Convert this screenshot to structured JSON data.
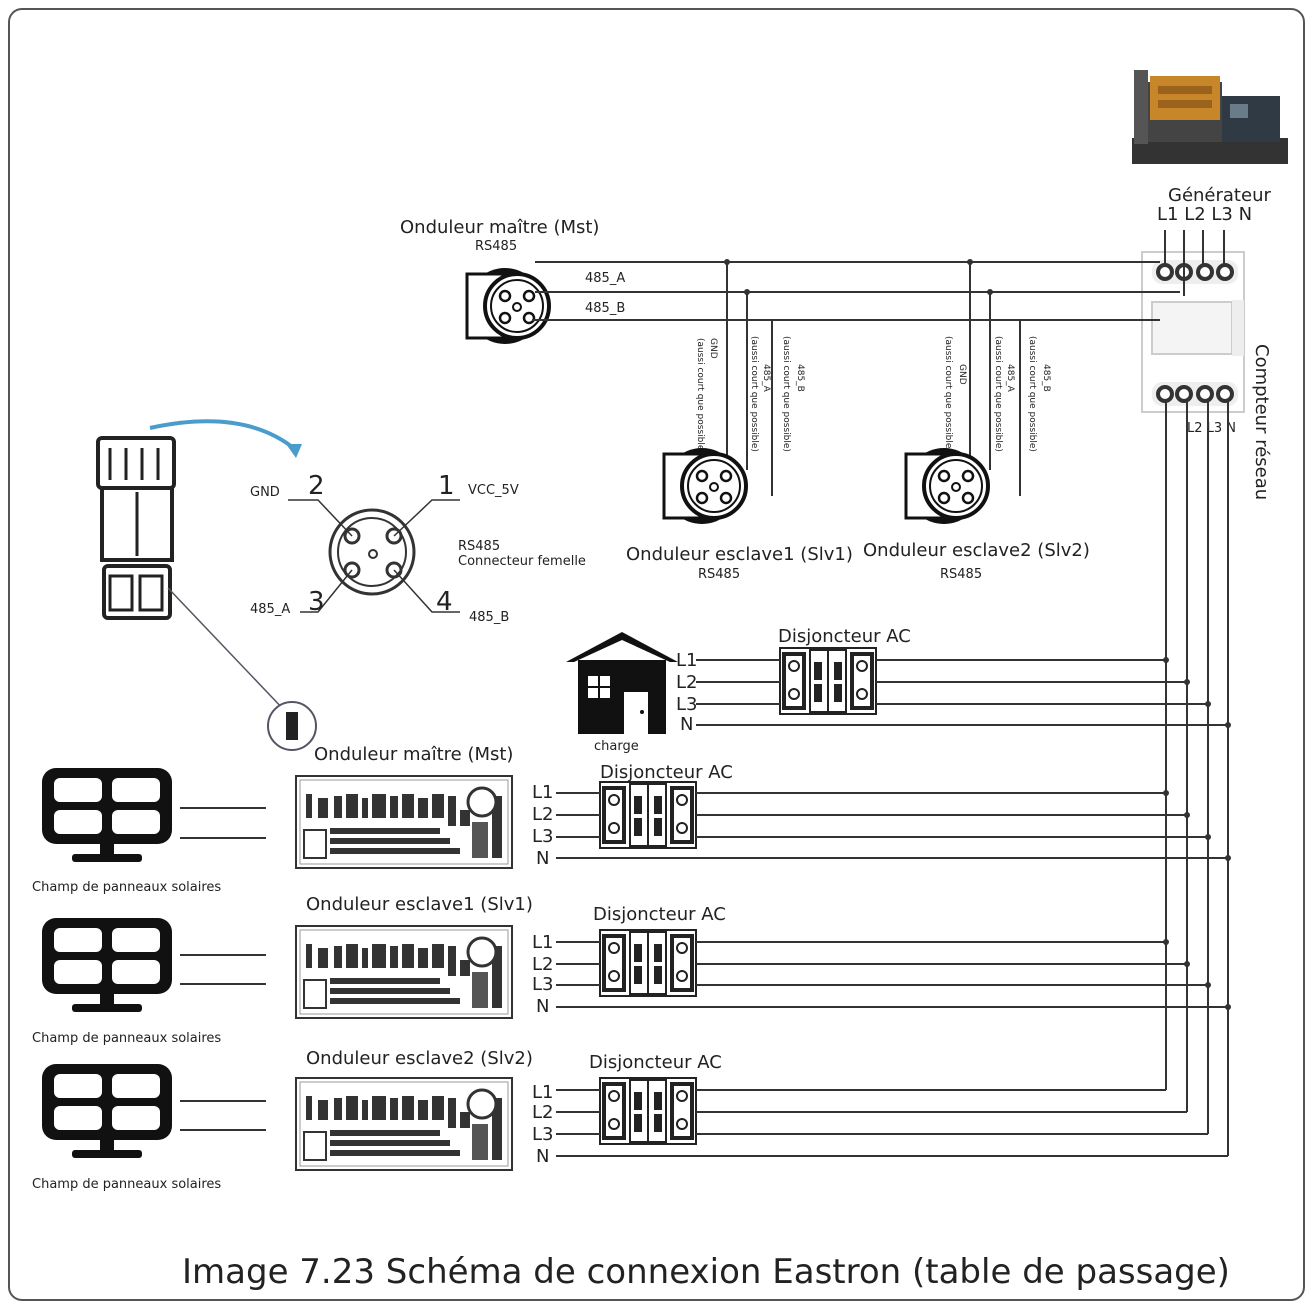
{
  "caption": "Image 7.23 Schéma de connexion Eastron (table de passage)",
  "generator": {
    "label": "Générateur",
    "terminals": "L1 L2 L3  N"
  },
  "meter": {
    "label": "Compteur réseau",
    "bottom_terminals": "L2 L3 N"
  },
  "master_rs485": {
    "title": "Onduleur maître (Mst)",
    "sub": "RS485",
    "line_a": "485_A",
    "line_b": "485_B"
  },
  "slave1_rs485": {
    "title": "Onduleur esclave1 (Slv1)",
    "sub": "RS485"
  },
  "slave2_rs485": {
    "title": "Onduleur esclave2 (Slv2)",
    "sub": "RS485"
  },
  "wire_labels": {
    "gnd": "GND",
    "a": "485_A",
    "b": "485_B",
    "note": "(aussi court que possible)"
  },
  "connector": {
    "pin1": "1",
    "pin2": "2",
    "pin3": "3",
    "pin4": "4",
    "vcc": "VCC_5V",
    "gnd": "GND",
    "a": "485_A",
    "b": "485_B",
    "desc1": "RS485",
    "desc2": "Connecteur femelle"
  },
  "load": {
    "label": "charge",
    "breaker": "Disjoncteur AC"
  },
  "phases": {
    "l1": "L1",
    "l2": "L2",
    "l3": "L3",
    "n": "N"
  },
  "inverters": [
    {
      "title": "Onduleur maître (Mst)",
      "breaker": "Disjoncteur AC",
      "solar": "Champ de panneaux solaires"
    },
    {
      "title": "Onduleur esclave1 (Slv1)",
      "breaker": "Disjoncteur AC",
      "solar": "Champ de panneaux solaires"
    },
    {
      "title": "Onduleur esclave2 (Slv2)",
      "breaker": "Disjoncteur AC",
      "solar": "Champ de panneaux solaires"
    }
  ],
  "colors": {
    "wire": "#333333",
    "arrow": "#4a9ccc",
    "accent_generator": "#c8862a"
  }
}
